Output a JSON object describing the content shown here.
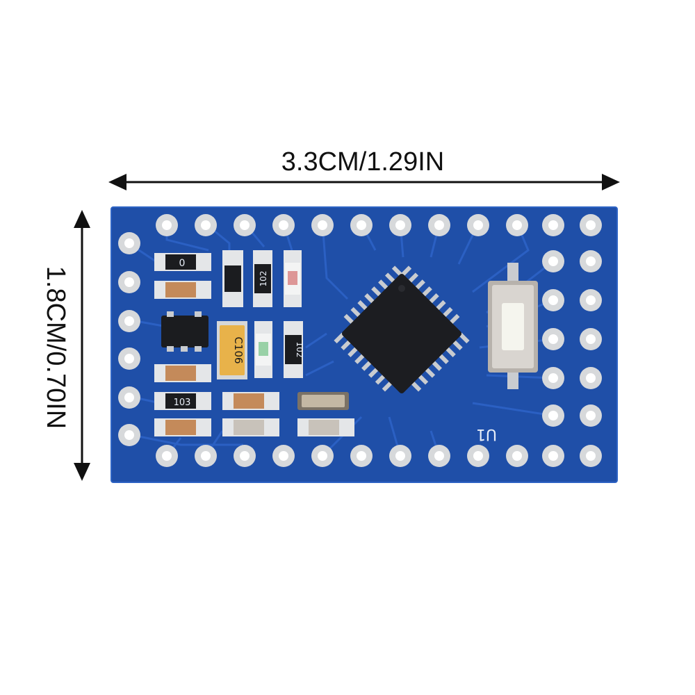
{
  "dimensions": {
    "width_label": "3.3CM/1.29IN",
    "height_label": "1.8CM/0.70IN"
  },
  "board": {
    "color": "#1f4fa8",
    "pad_color": "#d7d9db",
    "chip_color": "#1c1d21",
    "silkscreen": {
      "resistor_0": "0",
      "resistor_102_a": "102",
      "resistor_102_b": "102",
      "resistor_103": "103",
      "capacitor": "C106",
      "chip_ref": "U1"
    }
  }
}
